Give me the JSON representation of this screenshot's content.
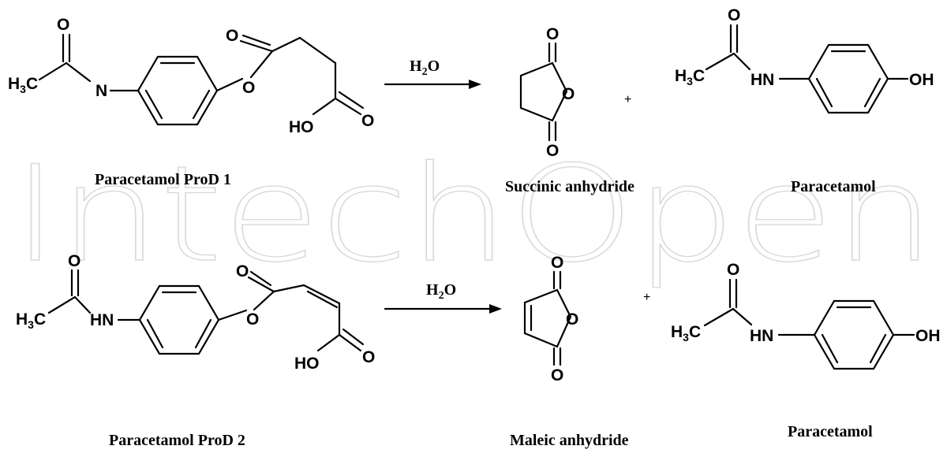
{
  "watermark": "IntechOpen",
  "plus_sign": "+",
  "reaction1": {
    "conditions": {
      "main": "H",
      "sub": "2",
      "tail": "O"
    },
    "captions": {
      "prodrug": "Paracetamol ProD 1",
      "anhydride": "Succinic anhydride",
      "product": "Paracetamol"
    }
  },
  "reaction2": {
    "conditions": {
      "main": "H",
      "sub": "2",
      "tail": "O"
    },
    "captions": {
      "prodrug": "Paracetamol ProD 2",
      "anhydride": "Maleic anhydride",
      "product": "Paracetamol"
    }
  },
  "atoms": {
    "oxygen": "O",
    "nitrogen": "N",
    "amine": "HN",
    "hydroxyl_left": "HO",
    "hydroxyl_right": "OH",
    "methyl_main": "H",
    "methyl_sub": "3",
    "methyl_tail": "C"
  }
}
